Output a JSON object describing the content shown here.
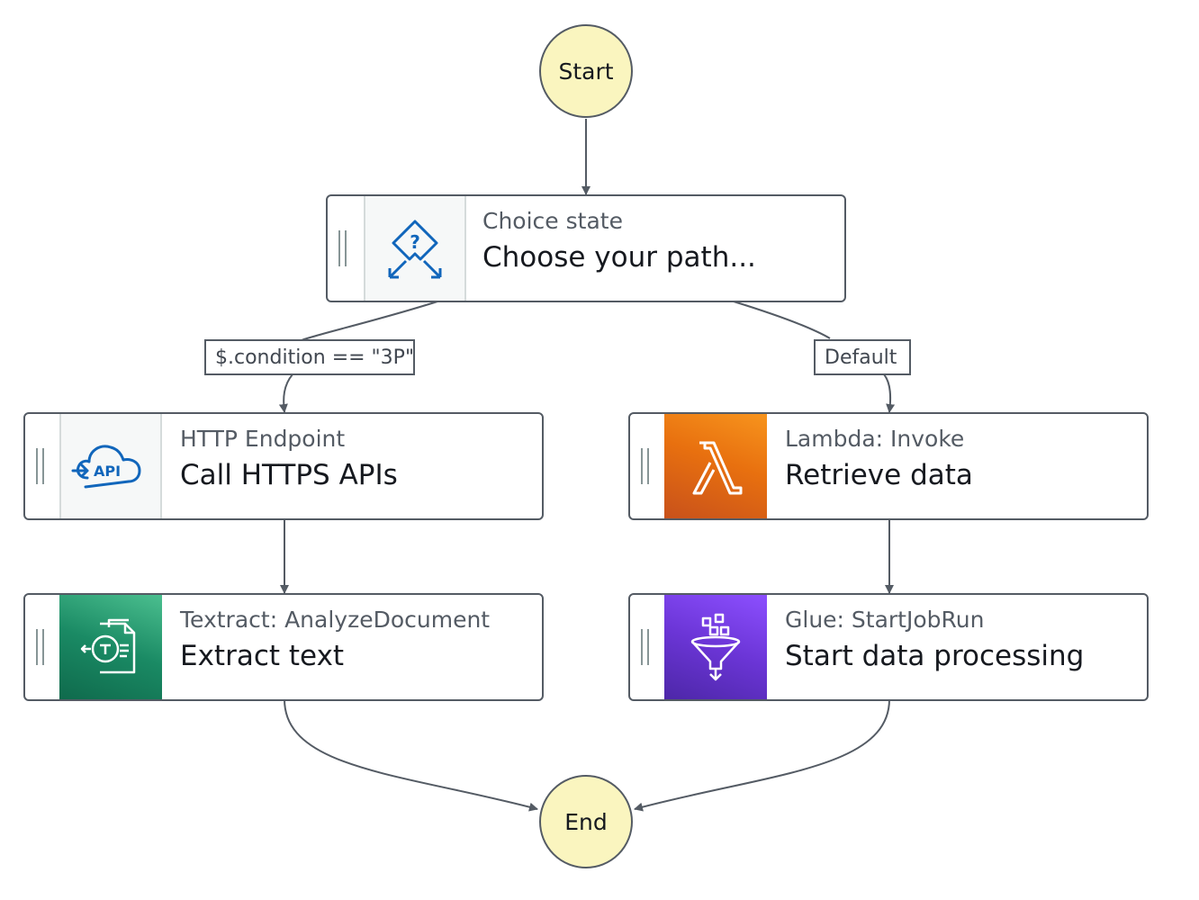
{
  "start": {
    "label": "Start"
  },
  "end": {
    "label": "End"
  },
  "choice": {
    "type": "Choice state",
    "name": "Choose your path...",
    "icon": "choice-diamond-icon"
  },
  "branches": {
    "left_condition": "$.condition == \"3P\"",
    "right_condition": "Default"
  },
  "http": {
    "type": "HTTP Endpoint",
    "name": "Call HTTPS APIs",
    "icon": "api-cloud-icon",
    "icon_text": "API"
  },
  "textract": {
    "type": "Textract: AnalyzeDocument",
    "name": "Extract text",
    "icon": "textract-icon",
    "color": "#1a8a64"
  },
  "lambda": {
    "type": "Lambda: Invoke",
    "name": "Retrieve data",
    "icon": "lambda-icon",
    "color": "#e8700f"
  },
  "glue": {
    "type": "Glue: StartJobRun",
    "name": "Start data processing",
    "icon": "glue-funnel-icon",
    "color": "#6b35d6"
  },
  "colors": {
    "border": "#545b64",
    "terminal_fill": "#faf5bf",
    "icon_blue": "#1166bb"
  }
}
